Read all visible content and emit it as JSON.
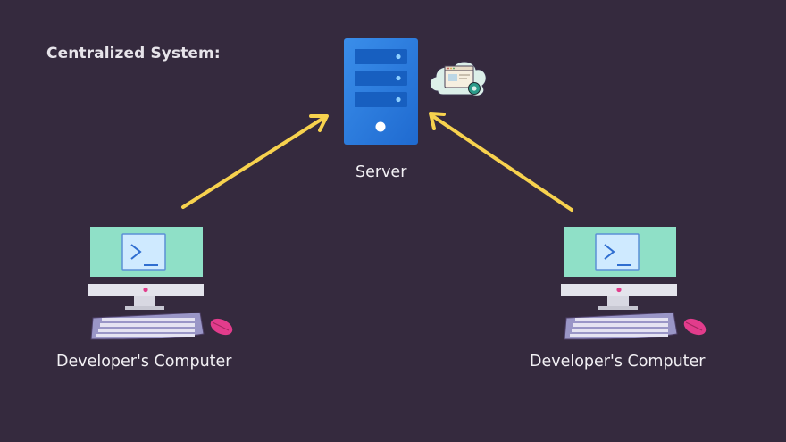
{
  "title": "Centralized System:",
  "server": {
    "label": "Server",
    "icon": "server-icon",
    "badge_icon": "cloud-browser-icon"
  },
  "developers": [
    {
      "label": "Developer's Computer",
      "icon": "desktop-computer-icon"
    },
    {
      "label": "Developer's Computer",
      "icon": "desktop-computer-icon"
    }
  ],
  "colors": {
    "background": "#352a3e",
    "arrow": "#f7d24e",
    "server": "#2f7fe0",
    "monitor_screen": "#8fe0c7",
    "mouse": "#e23c8c"
  }
}
